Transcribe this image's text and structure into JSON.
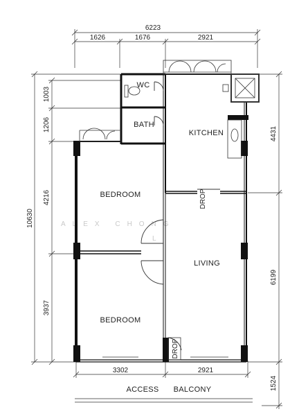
{
  "rooms": {
    "wc": "WC",
    "bath": "BATH",
    "kitchen": "KITCHEN",
    "bedroom_upper": "BEDROOM",
    "bedroom_lower": "BEDROOM",
    "living": "LIVING",
    "drop_kitchen": "DROP",
    "drop_bottom": "DROP"
  },
  "dimensions": {
    "top_total": "6223",
    "top_1": "1626",
    "top_2": "1676",
    "top_3": "2921",
    "left_total": "10630",
    "left_1": "1003",
    "left_2": "1206",
    "left_3": "4216",
    "left_4": "3937",
    "right_1": "4431",
    "right_2": "6199",
    "right_3": "1524",
    "bottom_1": "3302",
    "bottom_2": "2921"
  },
  "corridor": {
    "access": "ACCESS",
    "balcony": "BALCONY"
  },
  "watermark": {
    "line1": "ALEX CHONG",
    "line2": "L"
  }
}
